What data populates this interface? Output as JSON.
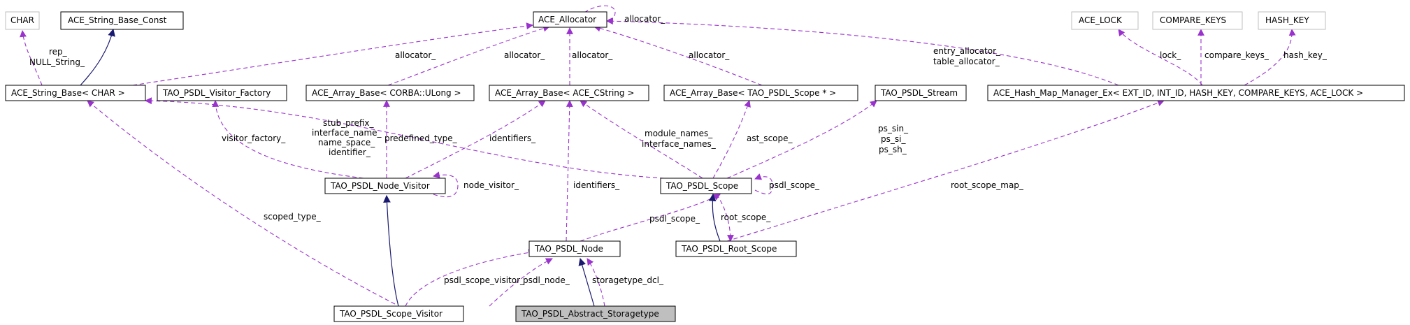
{
  "colors": {
    "inheritance": "#191970",
    "usage": "#9a32cd",
    "focus_fill": "#bfbfbf",
    "external_border": "#bfbfbf"
  },
  "nodes": {
    "char": "CHAR",
    "string_base_const": "ACE_String_Base_Const",
    "allocator": "ACE_Allocator",
    "ace_lock": "ACE_LOCK",
    "compare_keys": "COMPARE_KEYS",
    "hash_key": "HASH_KEY",
    "string_base": "ACE_String_Base< CHAR >",
    "visitor_factory": "TAO_PSDL_Visitor_Factory",
    "array_ulong": "ACE_Array_Base< CORBA::ULong >",
    "array_cstring": "ACE_Array_Base< ACE_CString >",
    "array_scope": "ACE_Array_Base< TAO_PSDL_Scope * >",
    "psdl_stream": "TAO_PSDL_Stream",
    "hash_map": "ACE_Hash_Map_Manager_Ex< EXT_ID, INT_ID, HASH_KEY, COMPARE_KEYS, ACE_LOCK >",
    "node_visitor": "TAO_PSDL_Node_Visitor",
    "psdl_scope": "TAO_PSDL_Scope",
    "psdl_node": "TAO_PSDL_Node",
    "root_scope": "TAO_PSDL_Root_Scope",
    "scope_visitor": "TAO_PSDL_Scope_Visitor",
    "abstract_storagetype": "TAO_PSDL_Abstract_Storagetype"
  },
  "edge_labels": {
    "rep": "rep_",
    "null_string": "NULL_String_",
    "allocator_self": "allocator_",
    "allocator_string_base": "allocator_",
    "allocator_ulong": "allocator_",
    "allocator_cstring": "allocator_",
    "allocator_scope": "allocator_",
    "entry_allocator": "entry_allocator_",
    "table_allocator": "table_allocator_",
    "lock": "lock_",
    "compare_keys": "compare_keys_",
    "hash_key": "hash_key_",
    "stub_prefix": "stub_prefix_",
    "interface_name": "interface_name_",
    "name_space": "name_space_",
    "identifier": "identifier_",
    "visitor_factory": "visitor_factory_",
    "predefined_type": "predefined_type_",
    "identifiers_visitor": "identifiers_",
    "module_names": "module_names_",
    "interface_names": "interface_names_",
    "ast_scope": "ast_scope_",
    "ps_sin": "ps_sin_",
    "ps_si": "ps_si_",
    "ps_sh": "ps_sh_",
    "node_visitor": "node_visitor_",
    "psdl_scope_self": "psdl_scope_",
    "root_scope_map": "root_scope_map_",
    "scoped_type": "scoped_type_",
    "identifiers_node": "identifiers_",
    "psdl_scope_node": "psdl_scope_",
    "root_scope": "root_scope_",
    "psdl_scope_visitor": "psdl_scope_visitor_",
    "psdl_node": "psdl_node_",
    "storagetype_dcl": "storagetype_dcl_"
  }
}
